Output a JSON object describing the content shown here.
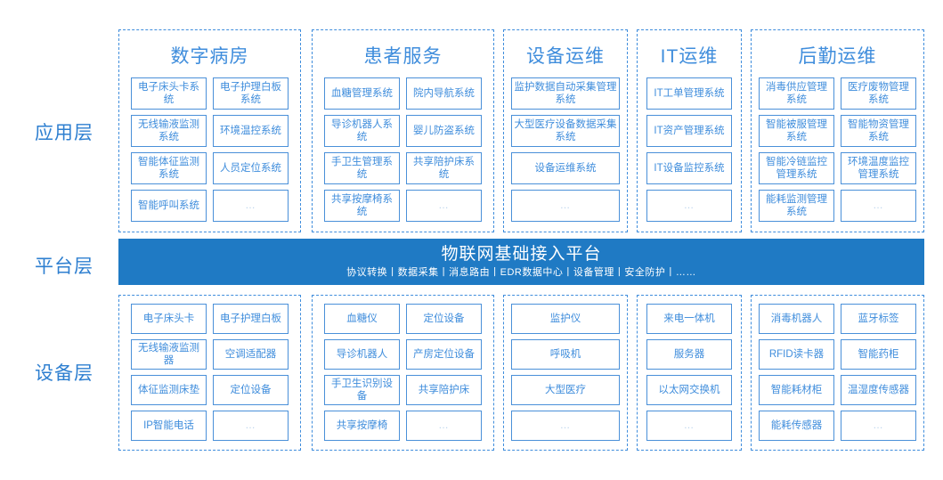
{
  "layers": {
    "application_label": "应用层",
    "platform_label": "平台层",
    "device_label": "设备层"
  },
  "colors": {
    "accent_blue": "#3f8ddc",
    "band_blue": "#1f7ac4",
    "card_border": "#4a90d9",
    "muted": "#b9d3ec"
  },
  "platform": {
    "title": "物联网基础接入平台",
    "subtitle": "协议转换丨数据采集丨消息路由丨EDR数据中心丨设备管理丨安全防护丨……"
  },
  "application_layer": {
    "columns": [
      {
        "title": "数字病房",
        "cards": [
          "电子床头卡系统",
          "电子护理白板系统",
          "无线输液监测系统",
          "环境温控系统",
          "智能体征监测系统",
          "人员定位系统",
          "智能呼叫系统",
          "…"
        ]
      },
      {
        "title": "患者服务",
        "cards": [
          "血糖管理系统",
          "院内导航系统",
          "导诊机器人系统",
          "婴儿防盗系统",
          "手卫生管理系统",
          "共享陪护床系统",
          "共享按摩椅系统",
          "…"
        ]
      },
      {
        "title": "设备运维",
        "cards": [
          "监护数据自动采集管理系统",
          "大型医疗设备数据采集系统",
          "设备运维系统",
          "…"
        ]
      },
      {
        "title": "IT运维",
        "cards": [
          "IT工单管理系统",
          "IT资产管理系统",
          "IT设备监控系统",
          "…"
        ]
      },
      {
        "title": "后勤运维",
        "cards": [
          "消毒供应管理系统",
          "医疗废物管理系统",
          "智能被服管理系统",
          "智能物资管理系统",
          "智能冷链监控管理系统",
          "环境温度监控管理系统",
          "能耗监测管理系统",
          "…"
        ]
      }
    ]
  },
  "device_layer": {
    "columns": [
      {
        "cards": [
          "电子床头卡",
          "电子护理白板",
          "无线输液监测器",
          "空调适配器",
          "体征监测床垫",
          "定位设备",
          "IP智能电话",
          "…"
        ]
      },
      {
        "cards": [
          "血糖仪",
          "定位设备",
          "导诊机器人",
          "产房定位设备",
          "手卫生识别设备",
          "共享陪护床",
          "共享按摩椅",
          "…"
        ]
      },
      {
        "cards": [
          "监护仪",
          "呼吸机",
          "大型医疗",
          "…"
        ]
      },
      {
        "cards": [
          "来电一体机",
          "服务器",
          "以太网交换机",
          "…"
        ]
      },
      {
        "cards": [
          "消毒机器人",
          "蓝牙标签",
          "RFID读卡器",
          "智能药柜",
          "智能耗材柜",
          "温湿度传感器",
          "能耗传感器",
          "…"
        ]
      }
    ]
  }
}
